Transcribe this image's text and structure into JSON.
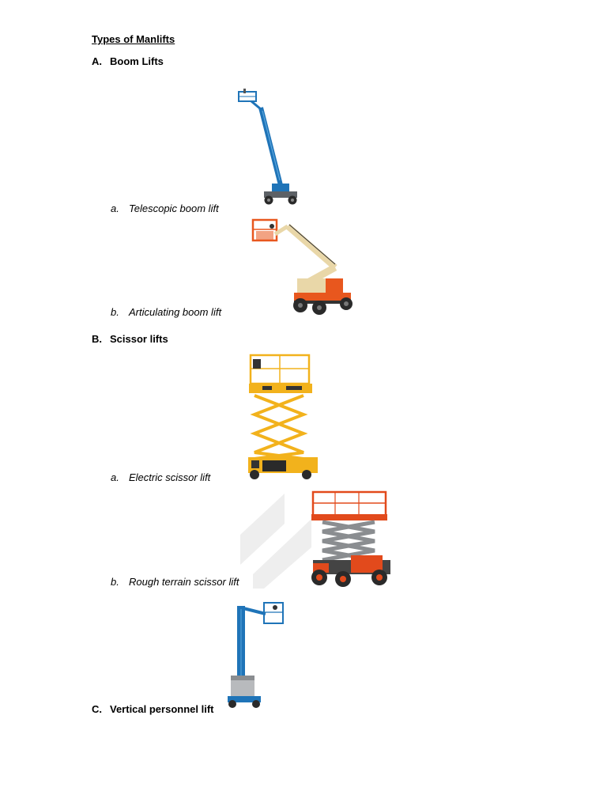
{
  "document": {
    "title": "Types of Manlifts",
    "sections": [
      {
        "marker": "A.",
        "heading": "Boom Lifts",
        "items": [
          {
            "marker": "a.",
            "label": "Telescopic boom lift"
          },
          {
            "marker": "b.",
            "label": "Articulating boom lift"
          }
        ]
      },
      {
        "marker": "B.",
        "heading": "Scissor lifts",
        "items": [
          {
            "marker": "a.",
            "label": "Electric scissor lift"
          },
          {
            "marker": "b.",
            "label": "Rough terrain scissor lift"
          }
        ]
      },
      {
        "marker": "C.",
        "heading": "Vertical personnel lift",
        "items": []
      }
    ]
  },
  "colors": {
    "genie_blue": "#1f74b8",
    "jlg_orange": "#e8571e",
    "jlg_cream": "#e9d7a8",
    "scissor_yellow": "#f2b21c",
    "rt_orange": "#e24a1c",
    "scissor_grey": "#8a8d90",
    "tire_black": "#2a2a2a"
  },
  "icons": [
    "telescopic-boom-lift-illustration",
    "articulating-boom-lift-illustration",
    "electric-scissor-lift-illustration",
    "rough-terrain-scissor-lift-illustration",
    "vertical-personnel-lift-illustration"
  ]
}
